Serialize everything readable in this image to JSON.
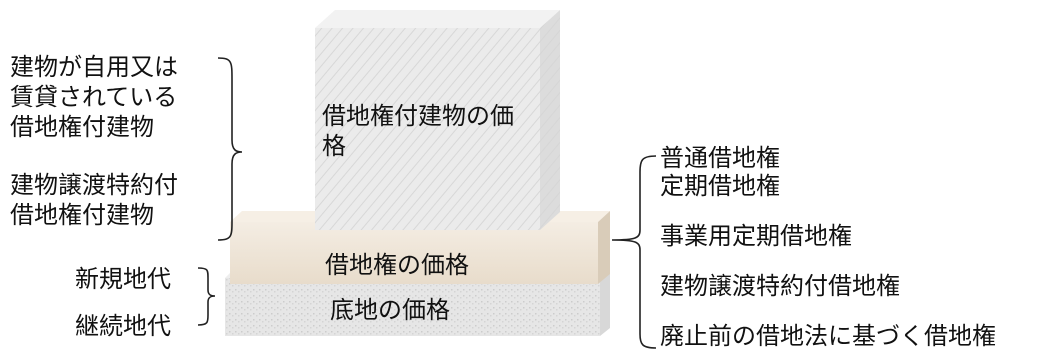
{
  "blocks": {
    "building": "借地権付建物の価格",
    "leasehold": "借地権の価格",
    "land": "底地の価格"
  },
  "left": {
    "group1": [
      "建物が自用又は",
      "賃貸されている",
      "借地権付建物"
    ],
    "group2": [
      "建物譲渡特約付",
      "借地権付建物"
    ]
  },
  "rent": [
    "新規地代",
    "継続地代"
  ],
  "right": [
    "普通借地権",
    "定期借地権",
    "事業用定期借地権",
    "建物譲渡特約付借地権",
    "廃止前の借地法に基づく借地権"
  ],
  "colors": {
    "building": "#ebebeb",
    "leasehold": "#efe6d9",
    "land": "#e6e6e6"
  }
}
